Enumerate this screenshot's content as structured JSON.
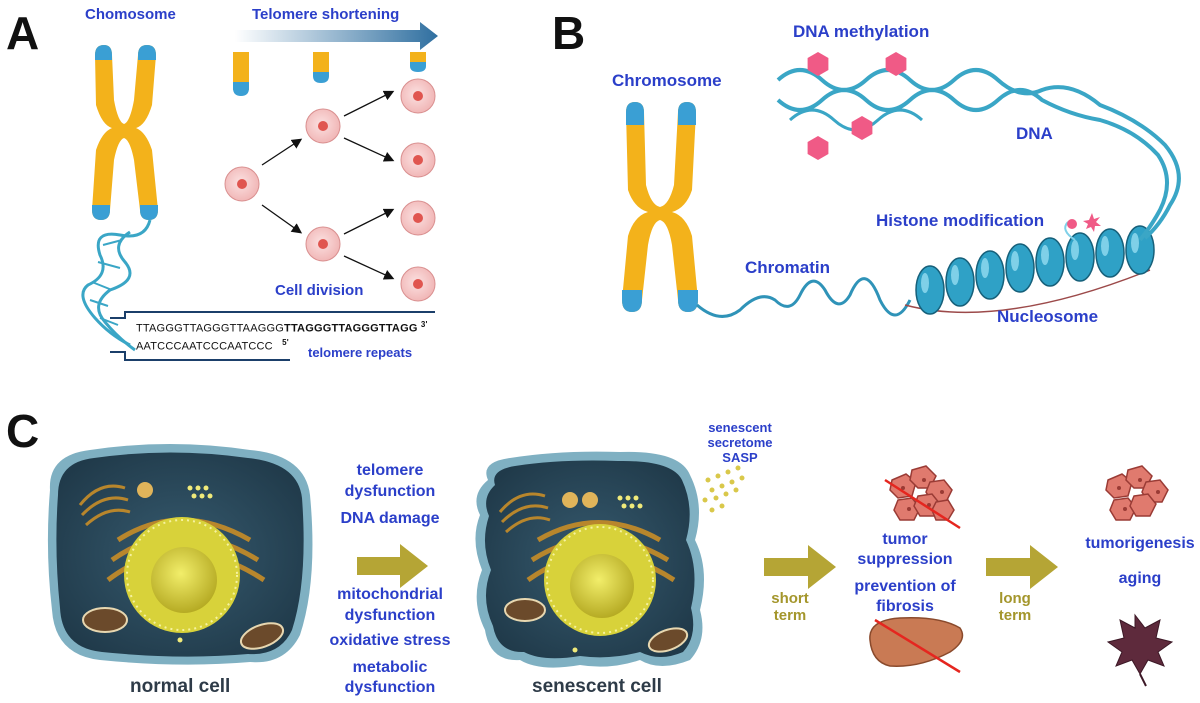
{
  "panel_a": {
    "letter": "A",
    "chromosome_label": "Chomosome",
    "shortening_label": "Telomere shortening",
    "division_label": "Cell division",
    "seq_top_plain": "TTAGGGTTAGGGTTAAGGG",
    "seq_top_bold": "TTAGGGTTAGGGTTAGG",
    "seq_top_end": "3'",
    "seq_bottom": "AATCCCAATCCCAATCCC",
    "seq_bottom_end": "5'",
    "repeats_label": "telomere repeats"
  },
  "panel_b": {
    "letter": "B",
    "chromosome_label": "Chromosome",
    "methylation_label": "DNA methylation",
    "dna_label": "DNA",
    "histone_label": "Histone modification",
    "chromatin_label": "Chromatin",
    "nucleosome_label": "Nucleosome"
  },
  "panel_c": {
    "letter": "C",
    "normal_cell_label": "normal cell",
    "senescent_cell_label": "senescent cell",
    "stressors": {
      "telomere_1": "telomere",
      "telomere_2": "dysfunction",
      "dna_damage": "DNA damage",
      "mito_1": "mitochondrial",
      "mito_2": "dysfunction",
      "oxidative": "oxidative stress",
      "metabolic_1": "metabolic",
      "metabolic_2": "dysfunction"
    },
    "sasp_1": "senescent",
    "sasp_2": "secretome",
    "sasp_3": "SASP",
    "short_1": "short",
    "short_2": "term",
    "long_1": "long",
    "long_2": "term",
    "tumor_1": "tumor",
    "tumor_2": "suppression",
    "fibrosis_1": "prevention of",
    "fibrosis_2": "fibrosis",
    "tumorigenesis": "tumorigenesis",
    "aging": "aging"
  },
  "colors": {
    "chromosome_arm": "#f3b21b",
    "telomere_cap": "#3a9fd4",
    "dna_helix": "#3aa6c6",
    "label_blue": "#2b3fc9",
    "arrow_olive": "#b5a535",
    "cell_pink": "#f5c9c9",
    "cell_nucleus": "#e0554f",
    "cell_body": "#2a4b5e",
    "nucleus_yellow": "#d8d23a"
  }
}
